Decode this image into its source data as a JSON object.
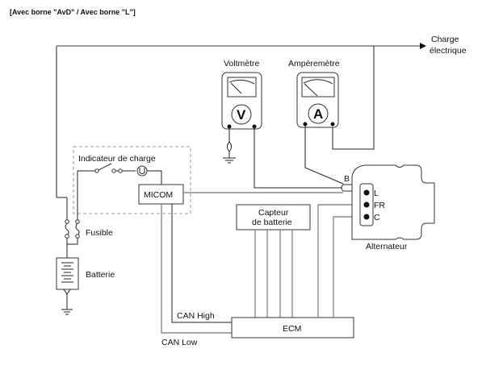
{
  "title": "[Avec borne \"AvD\" / Avec borne \"L\"]",
  "labels": {
    "load": [
      "Charge",
      "électrique"
    ],
    "voltmeter": "Voltmètre",
    "ammeter": "Ampèremètre",
    "voltmeter_symbol": "V",
    "ammeter_symbol": "A",
    "charge_indicator": "Indicateur de charge",
    "micom": "MICOM",
    "fuse": "Fusible",
    "battery": "Batterie",
    "battery_sensor": [
      "Capteur",
      "de batterie"
    ],
    "alternator": "Alternateur",
    "terminal_b": "B",
    "terminals": [
      "L",
      "FR",
      "C"
    ],
    "ecm": "ECM",
    "can_high": "CAN High",
    "can_low": "CAN Low"
  }
}
